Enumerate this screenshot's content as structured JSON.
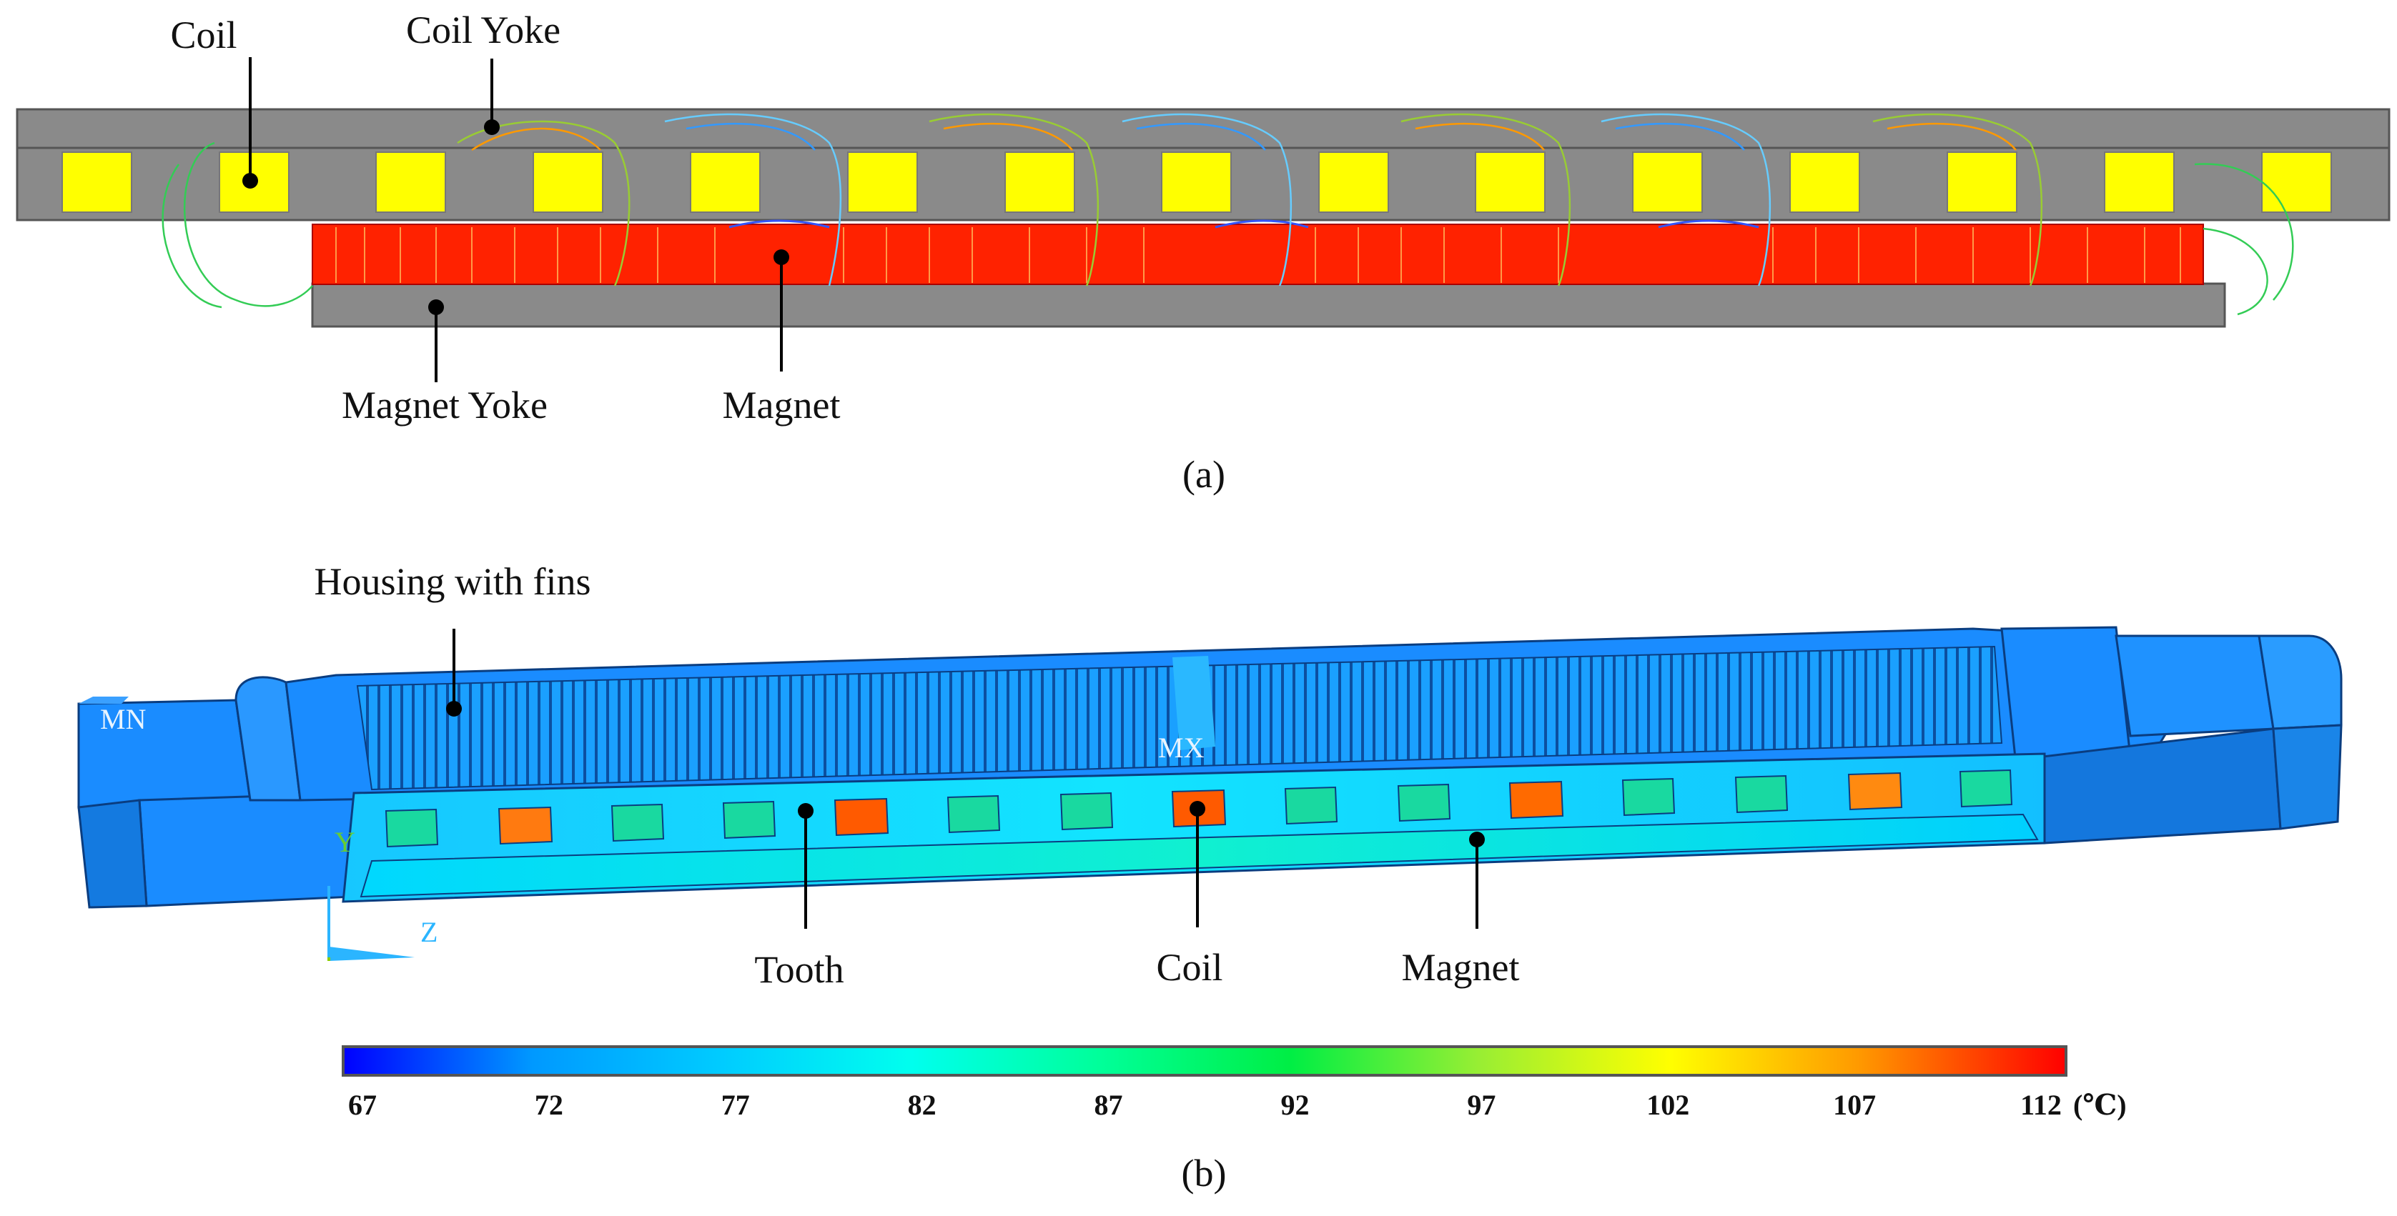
{
  "panel_a": {
    "caption": "(a)",
    "labels": {
      "coil": "Coil",
      "coil_yoke": "Coil Yoke",
      "magnet_yoke": "Magnet Yoke",
      "magnet": "Magnet"
    }
  },
  "panel_b": {
    "caption": "(b)",
    "labels": {
      "housing": "Housing with fins",
      "tooth": "Tooth",
      "coil": "Coil",
      "magnet": "Magnet"
    },
    "markers": {
      "min": "MN",
      "max": "MX"
    },
    "axes": {
      "y": "Y",
      "z": "Z"
    },
    "colorbar": {
      "ticks": [
        "67",
        "72",
        "77",
        "82",
        "87",
        "92",
        "97",
        "102",
        "107",
        "112"
      ],
      "unit": "(℃)",
      "min": 67,
      "max": 112
    }
  },
  "colors": {
    "yoke": "#8a8a8a",
    "coil_slot": "#ffff00",
    "magnet": "#ff2200",
    "housing": "#1a8cff",
    "hot_coil": "#ff6a00",
    "cool_coil": "#19d9a0"
  }
}
